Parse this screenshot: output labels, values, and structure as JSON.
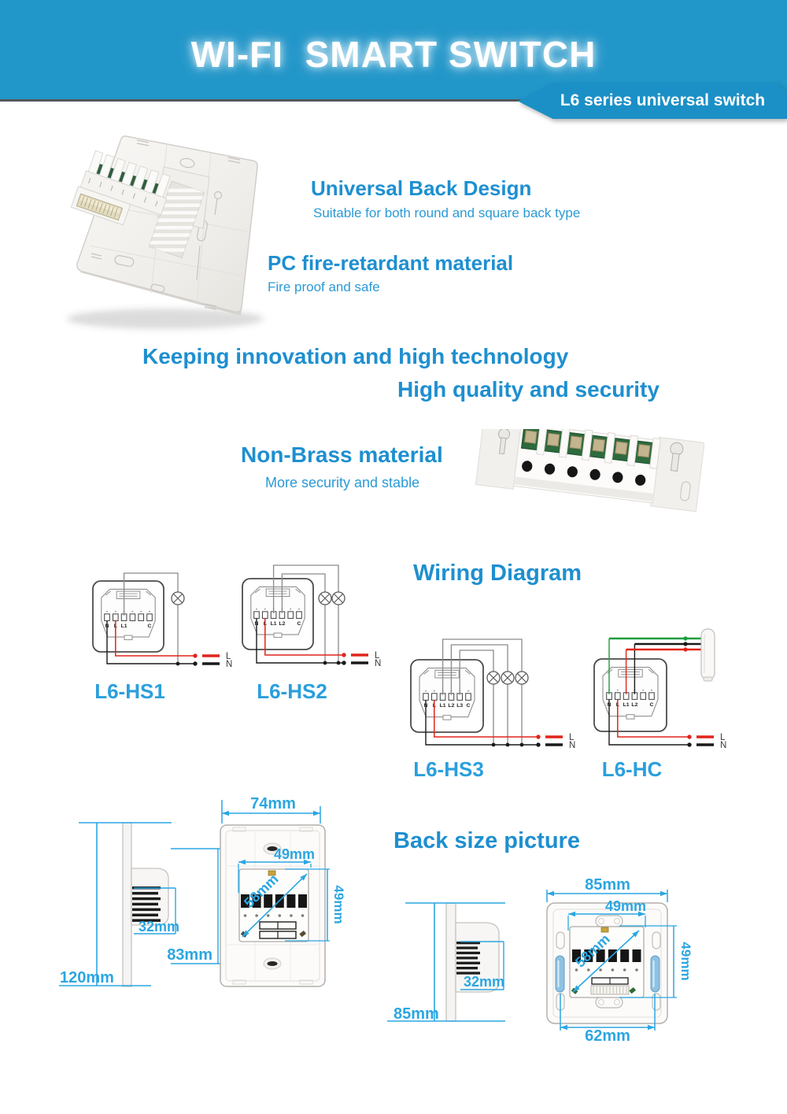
{
  "banner": {
    "title": "WI-FI  SMART SWITCH",
    "badge": "L6 series universal switch"
  },
  "features": {
    "universal": {
      "heading": "Universal Back Design",
      "sub": "Suitable for both round and square back type"
    },
    "pc": {
      "heading": "PC fire-retardant material",
      "sub": "Fire proof and safe"
    },
    "innovation": {
      "heading": "Keeping innovation and high technology"
    },
    "quality": {
      "heading": "High quality and security"
    },
    "brass": {
      "heading": "Non-Brass material",
      "sub": "More security and stable"
    }
  },
  "wiring": {
    "title": "Wiring Diagram",
    "line_labels": {
      "live": "L",
      "neutral": "N"
    },
    "diagrams": [
      {
        "id": "hs1",
        "label": "L6-HS1",
        "terminals": [
          "N",
          "L",
          "L1",
          "",
          "",
          "C"
        ],
        "lamps": 1,
        "device": "lamp"
      },
      {
        "id": "hs2",
        "label": "L6-HS2",
        "terminals": [
          "N",
          "L",
          "L1",
          "L2",
          "",
          "C"
        ],
        "lamps": 2,
        "device": "lamp"
      },
      {
        "id": "hs3",
        "label": "L6-HS3",
        "terminals": [
          "N",
          "L",
          "L1",
          "L2",
          "L3",
          "C"
        ],
        "lamps": 3,
        "device": "lamp"
      },
      {
        "id": "hc",
        "label": "L6-HC",
        "terminals": [
          "N",
          "L",
          "L1",
          "L2",
          "",
          "C"
        ],
        "lamps": 0,
        "device": "curtain"
      }
    ]
  },
  "back_size": {
    "title": "Back size picture",
    "us": {
      "width": "74mm",
      "inner_width": "49mm",
      "diagonal": "58mm",
      "inner_height": "49mm",
      "screw_span": "83mm",
      "depth": "32mm",
      "height": "120mm"
    },
    "eu": {
      "width": "85mm",
      "inner_width": "49mm",
      "diagonal": "58mm",
      "inner_height": "49mm",
      "screw_span": "62mm",
      "depth": "32mm",
      "height": "85mm"
    }
  },
  "colors": {
    "banner_bg": "#2196c9",
    "badge_bg": "#1b90c6",
    "divider": "#54575a",
    "heading": "#1e8fd0",
    "subheading": "#2a9ad6",
    "dimension": "#2ba6e2",
    "diagram_label": "#2a9fdd",
    "wire_red": "#e1251b",
    "wire_black": "#1a1a1a",
    "wire_green": "#1d9e3f",
    "wire_gray": "#8a8a8a",
    "title_text": "#ffffff"
  }
}
